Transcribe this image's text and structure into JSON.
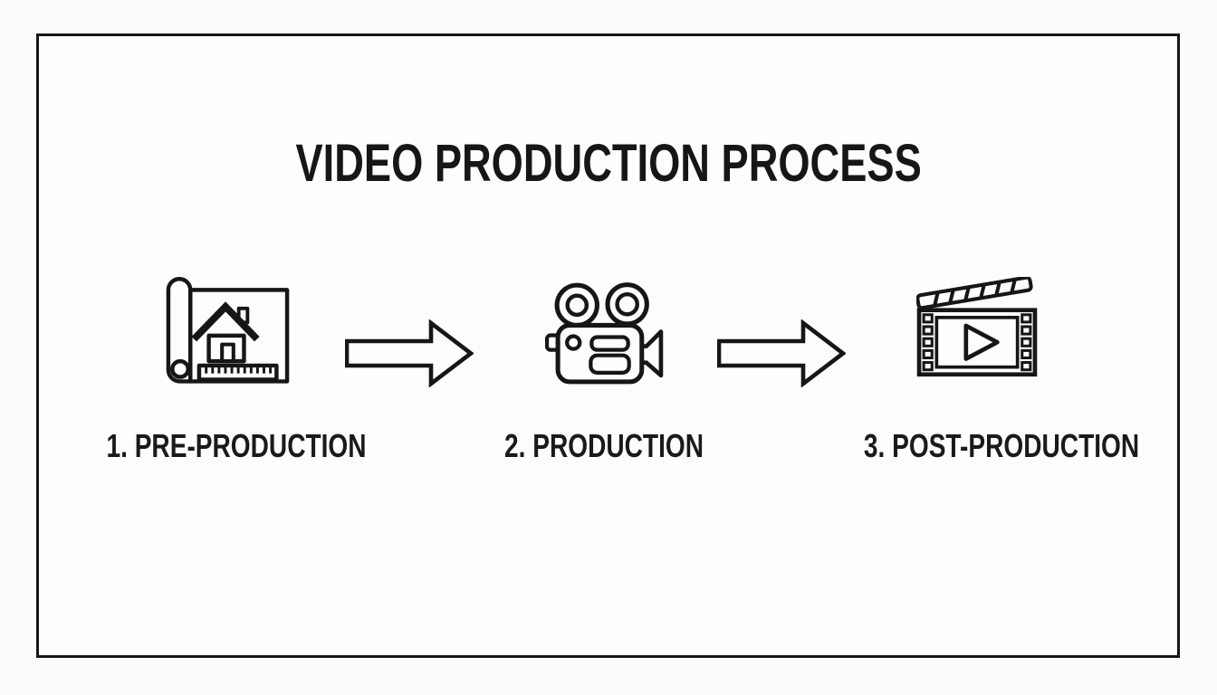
{
  "title": "VIDEO PRODUCTION PROCESS",
  "colors": {
    "ink": "#161616",
    "background": "#fcfcfc",
    "surface": "#fdfdfd"
  },
  "steps": [
    {
      "number": "1",
      "label": "1. PRE-PRODUCTION",
      "icon": "blueprint-house-icon"
    },
    {
      "number": "2",
      "label": "2. PRODUCTION",
      "icon": "film-camera-icon"
    },
    {
      "number": "3",
      "label": "3. POST-PRODUCTION",
      "icon": "clapperboard-play-icon"
    }
  ],
  "connectors": [
    {
      "icon": "arrow-right-icon",
      "direction": "right"
    },
    {
      "icon": "arrow-right-icon",
      "direction": "right"
    }
  ]
}
